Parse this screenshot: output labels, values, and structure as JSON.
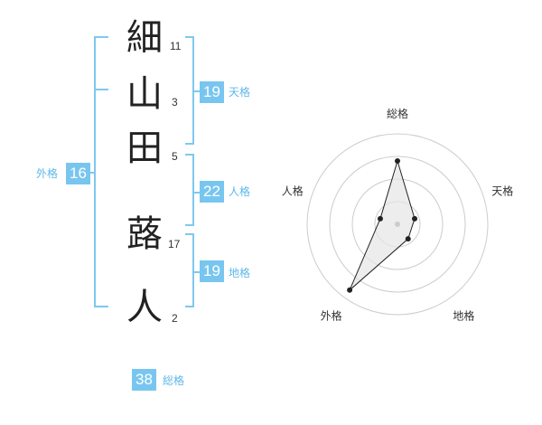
{
  "name": {
    "chars": [
      {
        "char": "細",
        "strokes": "11"
      },
      {
        "char": "山",
        "strokes": "3"
      },
      {
        "char": "田",
        "strokes": "5"
      },
      {
        "char": "蕗",
        "strokes": "17"
      },
      {
        "char": "人",
        "strokes": "2"
      }
    ]
  },
  "fortune": {
    "tenkaku": {
      "value": "19",
      "label": "天格"
    },
    "jinkaku": {
      "value": "22",
      "label": "人格"
    },
    "chikaku": {
      "value": "19",
      "label": "地格"
    },
    "gaikaku": {
      "value": "16",
      "label": "外格"
    },
    "soukaku": {
      "value": "38",
      "label": "総格"
    }
  },
  "radar": {
    "axes": [
      "総格",
      "天格",
      "地格",
      "外格",
      "人格"
    ],
    "values": [
      0.7,
      0.2,
      0.2,
      0.9,
      0.2
    ],
    "rings": 4,
    "colors": {
      "line": "#222222",
      "fill": "#e6e6e6",
      "grid": "#cccccc",
      "center": "#cccccc"
    }
  },
  "colors": {
    "accent": "#78c6f0",
    "bracket": "#7fc8ef"
  }
}
